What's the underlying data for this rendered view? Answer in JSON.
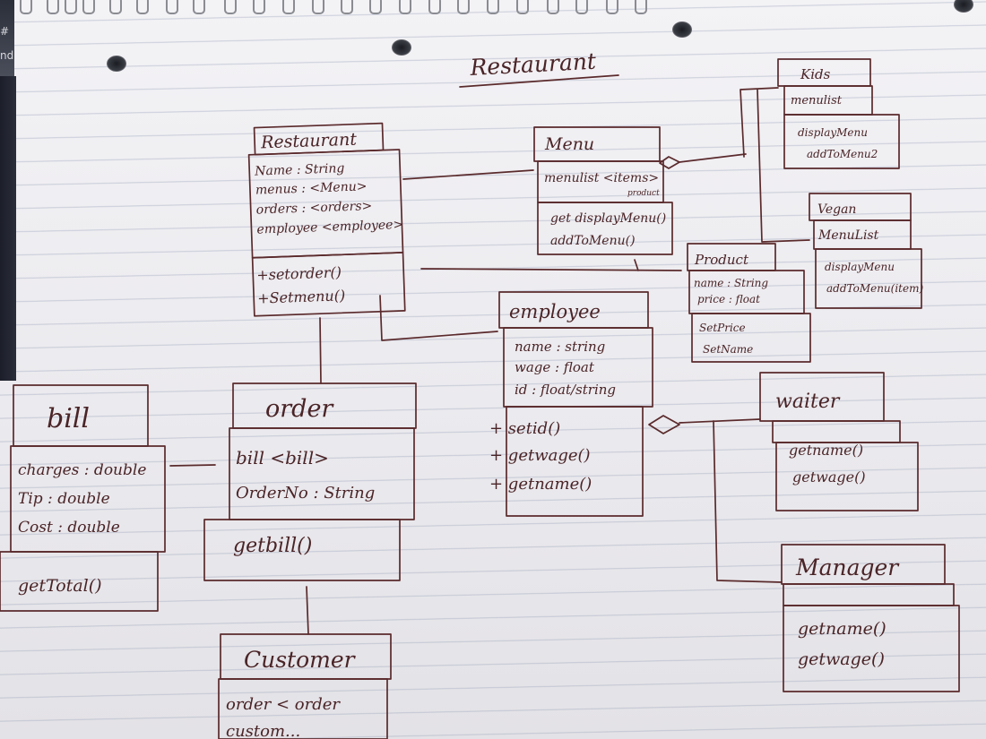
{
  "heading": "Restaurant",
  "edge_text": [
    "#",
    "nd"
  ],
  "classes": {
    "restaurant": {
      "title": "Restaurant",
      "attributes": [
        "Name : String",
        "menus : <Menu>",
        "orders : <orders>",
        "employee <employee>"
      ],
      "methods": [
        "+setorder()",
        "+Setmenu()"
      ]
    },
    "menu": {
      "title": "Menu",
      "attributes": [
        "menulist <items>",
        "product"
      ],
      "methods": [
        "get displayMenu()",
        "addToMenu()"
      ]
    },
    "kids": {
      "title": "Kids",
      "attributes": [
        "menulist"
      ],
      "methods": [
        "displayMenu",
        "addToMenu2"
      ]
    },
    "vegan": {
      "title": "Vegan",
      "attributes": [
        "MenuList"
      ],
      "methods": [
        "displayMenu",
        "addToMenu(item)"
      ]
    },
    "product": {
      "title": "Product",
      "attributes": [
        "name : String",
        "price : float"
      ],
      "methods": [
        "SetPrice",
        "SetName"
      ]
    },
    "employee": {
      "title": "employee",
      "attributes": [
        "name : string",
        "wage : float",
        "id : float/string"
      ],
      "methods": [
        "+ setid()",
        "+ getwage()",
        "+ getname()"
      ]
    },
    "waiter": {
      "title": "waiter",
      "attributes": [],
      "methods": [
        "getname()",
        "getwage()"
      ]
    },
    "manager": {
      "title": "Manager",
      "attributes": [],
      "methods": [
        "getname()",
        "getwage()"
      ]
    },
    "order": {
      "title": "order",
      "attributes": [
        "bill <bill>",
        "OrderNo : String"
      ],
      "methods": [
        "getbill()"
      ]
    },
    "bill": {
      "title": "bill",
      "attributes": [
        "charges : double",
        "Tip : double",
        "Cost : double"
      ],
      "methods": [
        "getTotal()"
      ]
    },
    "customer": {
      "title": "Customer",
      "attributes": [
        "order < order",
        "custom..."
      ],
      "methods": []
    }
  }
}
